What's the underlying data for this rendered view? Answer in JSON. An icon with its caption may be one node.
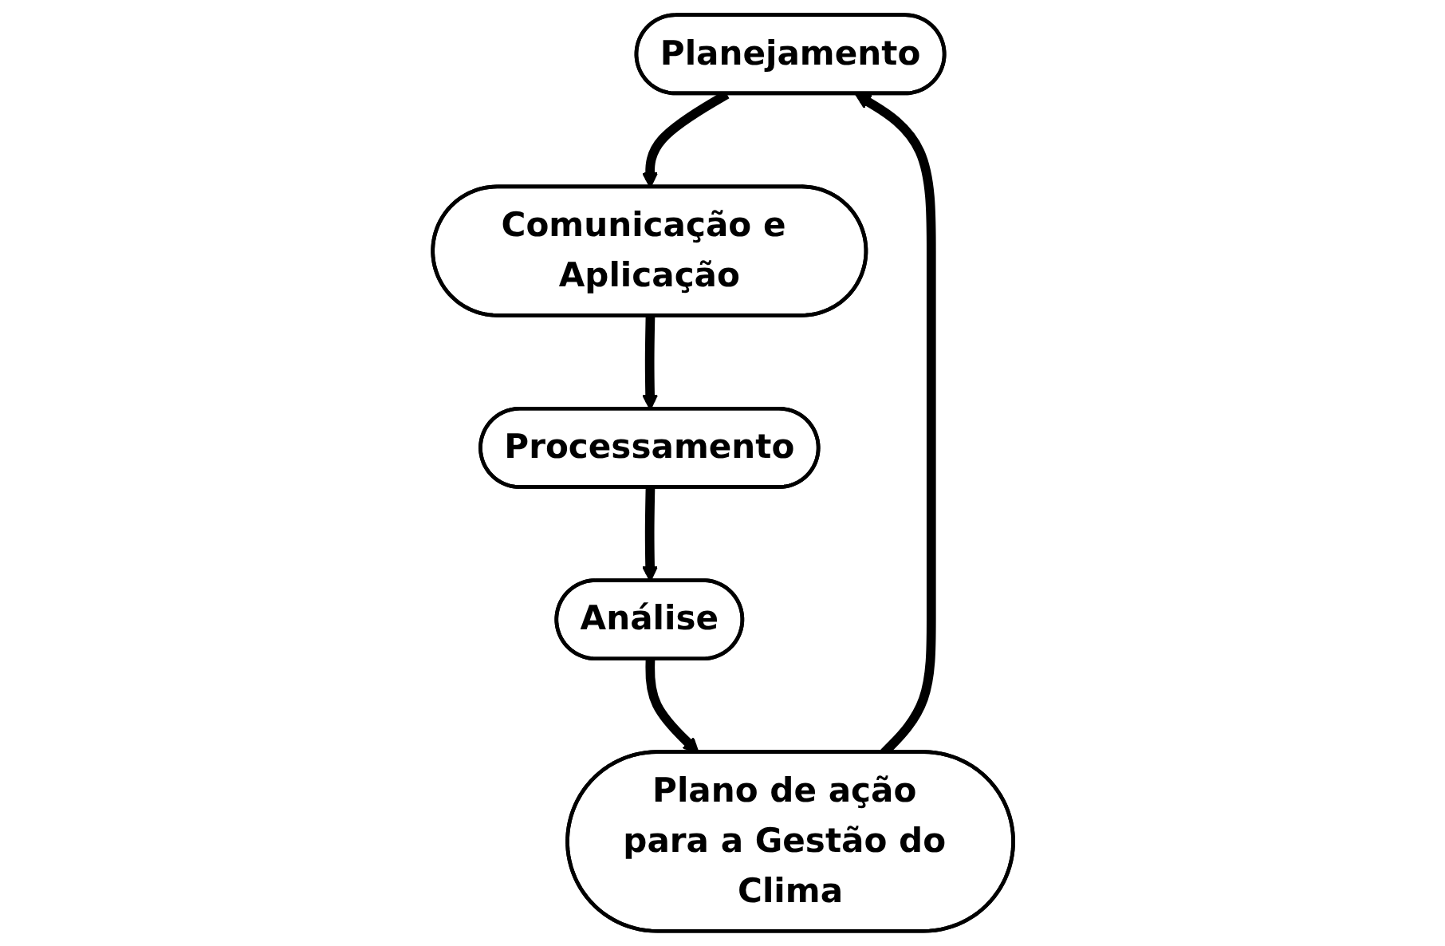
{
  "diagram": {
    "nodes": [
      {
        "text": [
          "Planejamento"
        ]
      },
      {
        "text": [
          "Comunicação e Aplicação"
        ]
      },
      {
        "text": [
          "Processamento"
        ]
      },
      {
        "text": [
          "Análise"
        ]
      },
      {
        "text": [
          "Plano de ação para a Gestão do Clima"
        ]
      }
    ],
    "edges": [
      {
        "from": 0,
        "to": 1,
        "arrow": "to"
      },
      {
        "from": 1,
        "to": 2,
        "arrow": "to"
      },
      {
        "from": 2,
        "to": 3,
        "arrow": "to"
      },
      {
        "from": 3,
        "to": 4,
        "arrow": "to"
      },
      {
        "from": 4,
        "to": 0,
        "arrow": "to"
      }
    ]
  }
}
